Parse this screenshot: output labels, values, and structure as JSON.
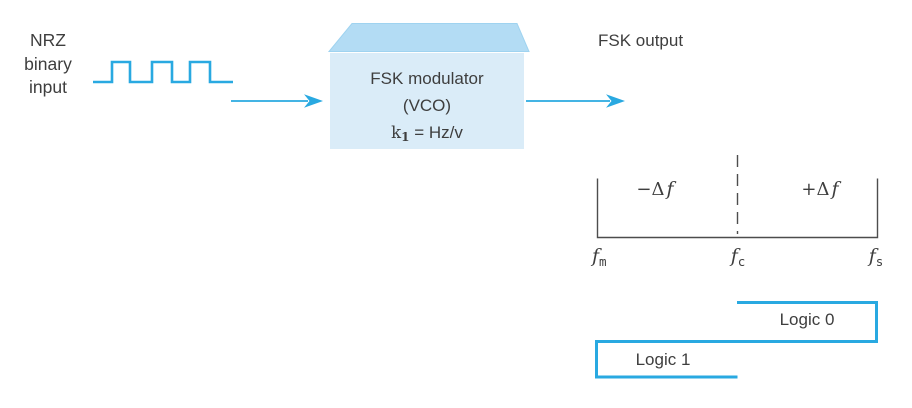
{
  "colors": {
    "accent": "#29a9e1",
    "box_top": "#b3dcf4",
    "box_front": "#daecf8",
    "box_edge": "#9fd3f0",
    "line": "#4d4d4d",
    "text": "#3e3e3e"
  },
  "input_label": {
    "lines": [
      "NRZ",
      "binary",
      "input"
    ]
  },
  "modulator_box": {
    "line1": "FSK modulator",
    "line2": "(VCO)",
    "gain": {
      "base": "k",
      "sub": "1",
      "rest": " = Hz/v"
    }
  },
  "output_label": "FSK output",
  "frequency_axis": {
    "negative_deviation": {
      "prefix": "−Δ",
      "variable": "f"
    },
    "positive_deviation": {
      "prefix": "+Δ",
      "variable": "f"
    },
    "ticks": [
      {
        "base": "f",
        "sub": "m"
      },
      {
        "base": "f",
        "sub": "c"
      },
      {
        "base": "f",
        "sub": "s"
      }
    ]
  },
  "logic_labels": {
    "logic0": "Logic 0",
    "logic1": "Logic 1"
  }
}
